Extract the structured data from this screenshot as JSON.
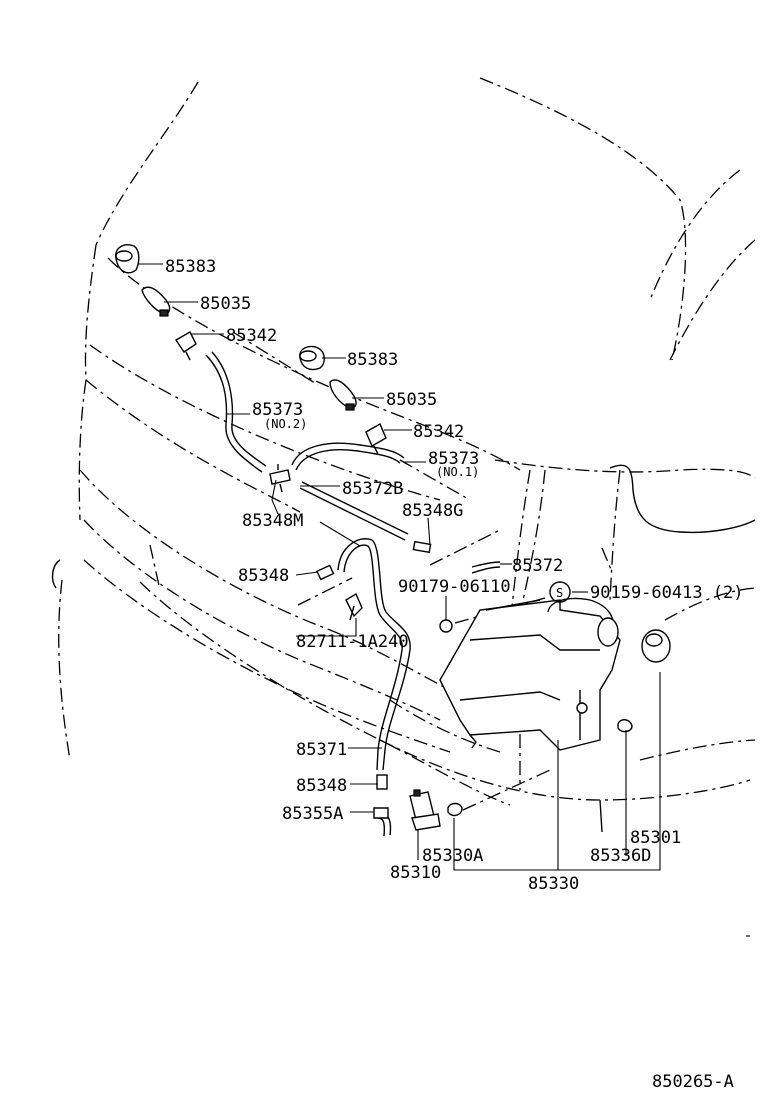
{
  "diagram_id": "850265-A",
  "labels": {
    "p85383a": "85383",
    "p85035a": "85035",
    "p85342a": "85342",
    "p85383b": "85383",
    "p85035b": "85035",
    "p85373a": "85373",
    "p85373a_sub": "(NO.2)",
    "p85342b": "85342",
    "p85373b": "85373",
    "p85373b_sub": "(NO.1)",
    "p85372B": "85372B",
    "p85348M": "85348M",
    "p85348G": "85348G",
    "p85348a": "85348",
    "p85372": "85372",
    "p90179": "90179-06110",
    "s_mark": "S",
    "p90159": "90159-60413 (2)",
    "p82711": "82711-1A240",
    "p85371": "85371",
    "p85348b": "85348",
    "p85355A": "85355A",
    "p85330A": "85330A",
    "p85310": "85310",
    "p85330": "85330",
    "p85301": "85301",
    "p85336D": "85336D"
  }
}
